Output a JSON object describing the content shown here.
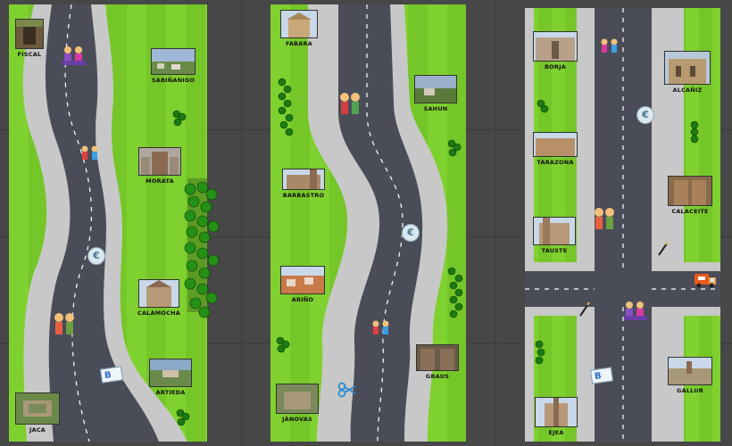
{
  "boards": [
    {
      "towns": [
        {
          "name": "FISCAL"
        },
        {
          "name": "SABIÑANIGO"
        },
        {
          "name": "MORATA"
        },
        {
          "name": "CALAMOCHA"
        },
        {
          "name": "ARTIEDA"
        },
        {
          "name": "JACA"
        }
      ]
    },
    {
      "towns": [
        {
          "name": "FABARA"
        },
        {
          "name": "SAHUN"
        },
        {
          "name": "BARBASTRO"
        },
        {
          "name": "ARIÑO"
        },
        {
          "name": "GRAUS"
        },
        {
          "name": "JÁNOVAS"
        }
      ]
    },
    {
      "towns": [
        {
          "name": "BORJA"
        },
        {
          "name": "ALCAÑIZ"
        },
        {
          "name": "TARAZONA"
        },
        {
          "name": "CALACEITE"
        },
        {
          "name": "TAUSTE"
        },
        {
          "name": "GALLUR"
        },
        {
          "name": "EJEA"
        }
      ]
    }
  ],
  "tokens": {
    "mailbox_letter": "B",
    "euro_symbol": "€"
  },
  "colors": {
    "grass": "#7fd12f",
    "grass_stripe": "#74c526",
    "sidewalk": "#c8c8c8",
    "road": "#4a4c58",
    "background": "#474747"
  }
}
